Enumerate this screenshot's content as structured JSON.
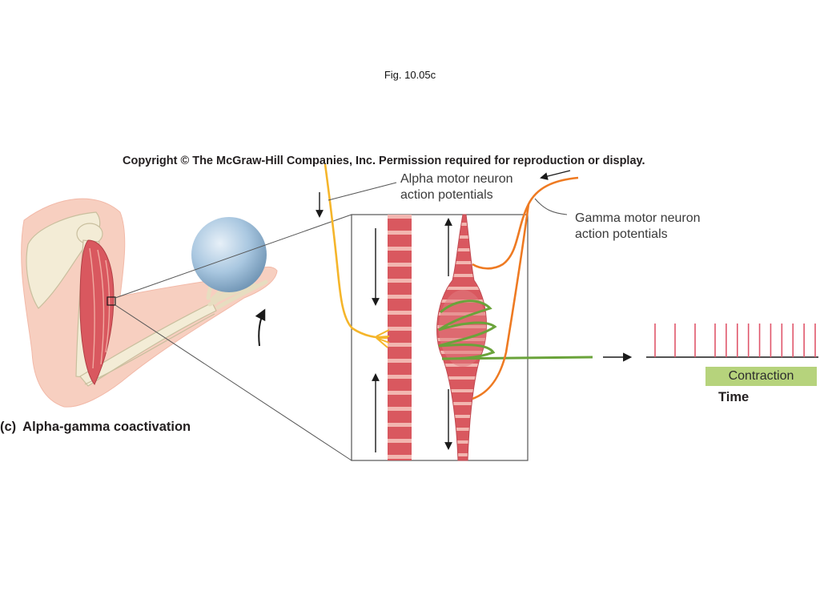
{
  "slide": {
    "figure_label": "Fig. 10.05c",
    "copyright": "Copyright © The McGraw-Hill Companies, Inc. Permission required for reproduction or display."
  },
  "diagram": {
    "alpha_label_line1": "Alpha motor neuron",
    "alpha_label_line2": "action potentials",
    "gamma_label_line1": "Gamma motor neuron",
    "gamma_label_line2": "action potentials",
    "caption_letter": "(c)",
    "caption_text": "Alpha-gamma coactivation",
    "contraction_label": "Contraction",
    "time_label": "Time",
    "spike_train": {
      "spikes": 13,
      "colors": {
        "spike": "#e0566b",
        "baseline": "#1a1a1a"
      }
    },
    "colors": {
      "alpha_neuron": "#f5b52a",
      "gamma_neuron": "#ee7a22",
      "sensory_neuron": "#6aa33a",
      "muscle": "#d9585f",
      "skin": "#f7cfc0",
      "bone": "#f3ecd6",
      "ball": "#a9c7e0",
      "contraction_bar": "#b6d37c"
    }
  }
}
